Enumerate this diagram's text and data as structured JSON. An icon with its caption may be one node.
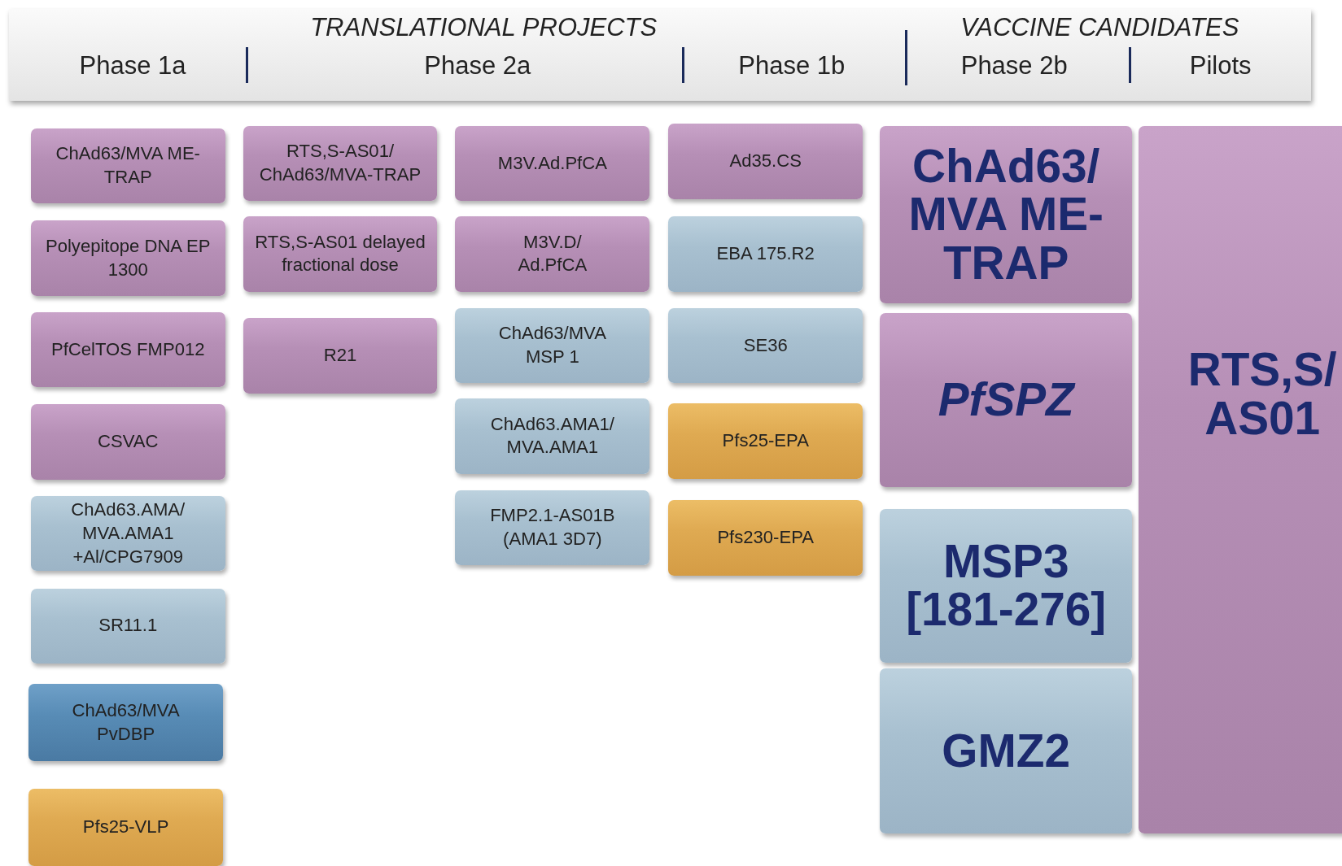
{
  "diagram": {
    "nodes": [
      {
        "text": [
          "TRANSLATIONAL PROJECTS",
          "VACCINE CANDIDATES",
          "Phase 1a",
          "Phase 2a",
          "Phase 1b",
          "Phase 2b",
          "Pilots"
        ]
      },
      {
        "text": [
          "ChAd63/MVA ME-TRAP"
        ]
      },
      {
        "text": [
          "Polyepitope DNA EP 1300"
        ]
      },
      {
        "text": [
          "PfCelTOS FMP012"
        ]
      },
      {
        "text": [
          "CSVAC"
        ]
      },
      {
        "text": [
          "ChAd63.AMA/ MVA.AMA1 +Al/CPG7909"
        ]
      },
      {
        "text": [
          "SR11.1"
        ]
      },
      {
        "text": [
          "ChAd63/MVA PvDBP"
        ]
      },
      {
        "text": [
          "Pfs25-VLP"
        ]
      },
      {
        "text": [
          "RTS,S-AS01/ ChAd63/MVA-TRAP"
        ]
      },
      {
        "text": [
          "RTS,S-AS01 delayed fractional dose"
        ]
      },
      {
        "text": [
          "R21"
        ]
      },
      {
        "text": [
          "M3V.Ad.PfCA"
        ]
      },
      {
        "text": [
          "M3V.D/ Ad.PfCA"
        ]
      },
      {
        "text": [
          "ChAd63/MVA MSP 1"
        ]
      },
      {
        "text": [
          "ChAd63.AMA1/ MVA.AMA1"
        ]
      },
      {
        "text": [
          "FMP2.1-AS01B (AMA1 3D7)"
        ]
      },
      {
        "text": [
          "Ad35.CS"
        ]
      },
      {
        "text": [
          "EBA 175.R2"
        ]
      },
      {
        "text": [
          "SE36"
        ]
      },
      {
        "text": [
          "Pfs25-EPA"
        ]
      },
      {
        "text": [
          "Pfs230-EPA"
        ]
      },
      {
        "text": [
          "ChAd63/ MVA ME-TRAP"
        ]
      },
      {
        "text": [
          "PfSPZ"
        ]
      },
      {
        "text": [
          "MSP3 [181-276]"
        ]
      },
      {
        "text": [
          "GMZ2"
        ]
      },
      {
        "text": [
          "RTS,S/ AS01"
        ]
      }
    ]
  }
}
